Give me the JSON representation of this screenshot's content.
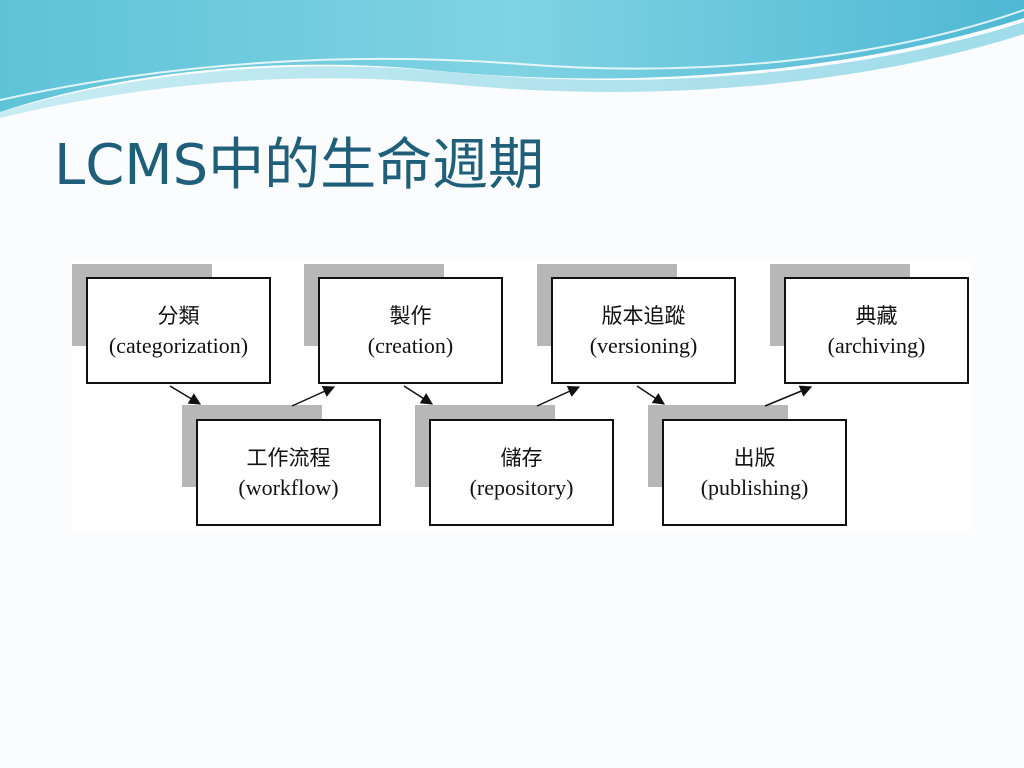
{
  "slide": {
    "title": "LCMS中的生命週期",
    "title_color": "#1f5f7a"
  },
  "diagram": {
    "nodes": [
      {
        "id": "categorization",
        "zh": "分類",
        "en": "(categorization)"
      },
      {
        "id": "workflow",
        "zh": "工作流程",
        "en": "(workflow)"
      },
      {
        "id": "creation",
        "zh": "製作",
        "en": "(creation)"
      },
      {
        "id": "repository",
        "zh": "儲存",
        "en": "(repository)"
      },
      {
        "id": "versioning",
        "zh": "版本追蹤",
        "en": "(versioning)"
      },
      {
        "id": "publishing",
        "zh": "出版",
        "en": "(publishing)"
      },
      {
        "id": "archiving",
        "zh": "典藏",
        "en": "(archiving)"
      }
    ],
    "edges": [
      {
        "from": "categorization",
        "to": "workflow"
      },
      {
        "from": "workflow",
        "to": "creation"
      },
      {
        "from": "creation",
        "to": "repository"
      },
      {
        "from": "repository",
        "to": "versioning"
      },
      {
        "from": "versioning",
        "to": "publishing"
      },
      {
        "from": "publishing",
        "to": "archiving"
      }
    ]
  }
}
